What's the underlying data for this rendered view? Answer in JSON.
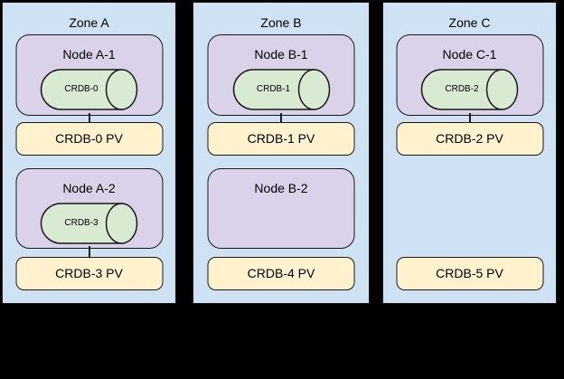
{
  "colors": {
    "canvas-bg": "#000000",
    "zone-fill": "#cfe2f3",
    "node-fill": "#d9d2e9",
    "disk-fill": "#d9ead3",
    "pv-fill": "#fff2cc",
    "line": "#1a1a1a"
  },
  "zones": [
    {
      "title": "Zone A",
      "nodes": [
        {
          "label": "Node A-1",
          "disk": "CRDB-0"
        },
        {
          "label": "Node A-2",
          "disk": "CRDB-3"
        }
      ],
      "pvs": [
        {
          "label": "CRDB-0 PV"
        },
        {
          "label": "CRDB-3 PV"
        }
      ]
    },
    {
      "title": "Zone B",
      "nodes": [
        {
          "label": "Node B-1",
          "disk": "CRDB-1"
        },
        {
          "label": "Node B-2"
        }
      ],
      "pvs": [
        {
          "label": "CRDB-1 PV"
        },
        {
          "label": "CRDB-4 PV"
        }
      ]
    },
    {
      "title": "Zone C",
      "nodes": [
        {
          "label": "Node C-1",
          "disk": "CRDB-2"
        }
      ],
      "pvs": [
        {
          "label": "CRDB-2 PV"
        },
        {
          "label": "CRDB-5 PV"
        }
      ]
    }
  ]
}
